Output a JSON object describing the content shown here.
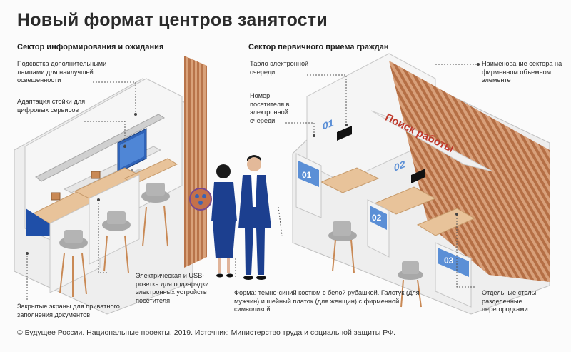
{
  "title": "Новый формат центров занятости",
  "sections": {
    "left": "Сектор информирования и ожидания",
    "right": "Сектор первичного приема граждан"
  },
  "annotations": {
    "lighting": "Подсветка дополнительными лампами для наилучшей освещенности",
    "stand": "Адаптация стойки для цифровых сервисов",
    "queue_board": "Табло электронной очереди",
    "visitor_number": "Номер посетителя в электронной очереди",
    "sector_name": "Наименование сектора на фирменном объемном элементе",
    "socket": "Электрическая и USB-розетка для подзарядки электронных устройств посетителя",
    "screens": "Закрытые экраны для приватного заполнения документов",
    "uniform": "Форма: темно-синий костюм с белой рубашкой. Галстук (для мужчин) и шейный платок (для женщин) с фирменной символикой",
    "tables": "Отдельные столы, разделенные перегородками"
  },
  "scene": {
    "sign_text": "Поиск работы",
    "board_numbers": [
      "01",
      "02"
    ],
    "desk_numbers": [
      "01",
      "02",
      "03"
    ]
  },
  "colors": {
    "accent_blue": "#3f78c9",
    "panel_blue": "#5b8fd6",
    "wood": "#c9875a",
    "desk": "#e8c39a",
    "sign_red": "#c0392b",
    "navy": "#1c3f8f"
  },
  "footer": "© Будущее России. Национальные проекты, 2019. Источник: Министерство труда и социальной защиты РФ."
}
